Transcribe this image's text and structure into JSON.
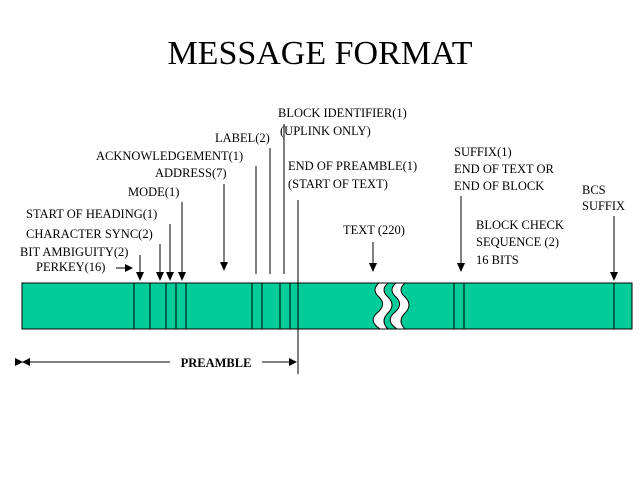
{
  "title": "MESSAGE FORMAT",
  "labels": {
    "block_identifier": "BLOCK IDENTIFIER(1)",
    "uplink_only": "(UPLINK ONLY)",
    "label": "LABEL(2)",
    "acknowledgement": "ACKNOWLEDGEMENT(1)",
    "address": "ADDRESS(7)",
    "mode": "MODE(1)",
    "start_of_heading": "START OF HEADING(1)",
    "character_sync": "CHARACTER SYNC(2)",
    "bit_ambiguity": "BIT AMBIGUITY(2)",
    "perkey": "PERKEY(16)",
    "end_of_preamble": "END OF PREAMBLE(1)",
    "start_of_text": "(START OF TEXT)",
    "text": "TEXT (220)",
    "suffix": "SUFFIX(1)",
    "end_of_text_or": "END OF TEXT OR",
    "end_of_block": "END OF BLOCK",
    "bcs": "BCS",
    "bcs_suffix": "SUFFIX",
    "block_check_sequence": "BLOCK CHECK",
    "block_check_sequence_2": "SEQUENCE (2)",
    "block_check_bits": "16 BITS",
    "preamble": "PREAMBLE"
  },
  "colors": {
    "bar_fill": "#00CC99",
    "stroke": "#000000",
    "background": "#FFFFFF"
  }
}
